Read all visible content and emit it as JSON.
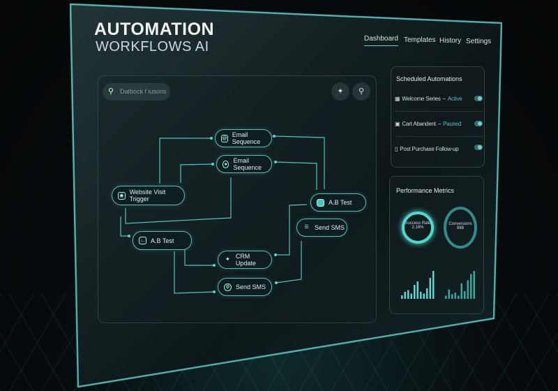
{
  "brand": {
    "line1": "AUTOMATION",
    "line2": "WORKFLOWS AI"
  },
  "nav": [
    {
      "label": "Dashboard",
      "active": true
    },
    {
      "label": "Templates"
    },
    {
      "label": "History"
    },
    {
      "label": "Settings"
    }
  ],
  "canvas": {
    "search_placeholder": "Datbock f iusons",
    "tool_icons": [
      "sparkle-icon",
      "search-icon"
    ]
  },
  "nodes": {
    "email1": "Email Sequence",
    "email2": "Email Sequence",
    "trigger": "Website Visit Trigger",
    "ab_right": "A.B Test",
    "sms_right": "Send SMS",
    "ab_left": "A.B Test",
    "crm": "CRM Update",
    "sms_bottom": "Send SMS"
  },
  "scheduled": {
    "title": "Scheduled Automations",
    "items": [
      {
        "name": "Welcome Series",
        "sep": "–",
        "status": "Active",
        "enabled": true
      },
      {
        "name": "Cart Abandent",
        "sep": "–",
        "status": "Paused",
        "enabled": true
      },
      {
        "name": "Post Purchase Follow-up",
        "sep": "",
        "status": "",
        "enabled": true
      }
    ]
  },
  "metrics": {
    "title": "Performance Metrics",
    "success": {
      "label": "Success Rate",
      "value": "2.16%",
      "fill": 0.9
    },
    "conversions": {
      "label": "Conversions",
      "value": "888",
      "fill": 0.85
    },
    "bars1": [
      2,
      4,
      5,
      3,
      8,
      10,
      4,
      3,
      6,
      12,
      16
    ],
    "bars2": [
      2,
      6,
      3,
      4,
      2,
      10,
      5,
      12,
      16,
      18
    ]
  },
  "colors": {
    "accent": "#5fd3cf",
    "panel": "#0e1a1c"
  }
}
